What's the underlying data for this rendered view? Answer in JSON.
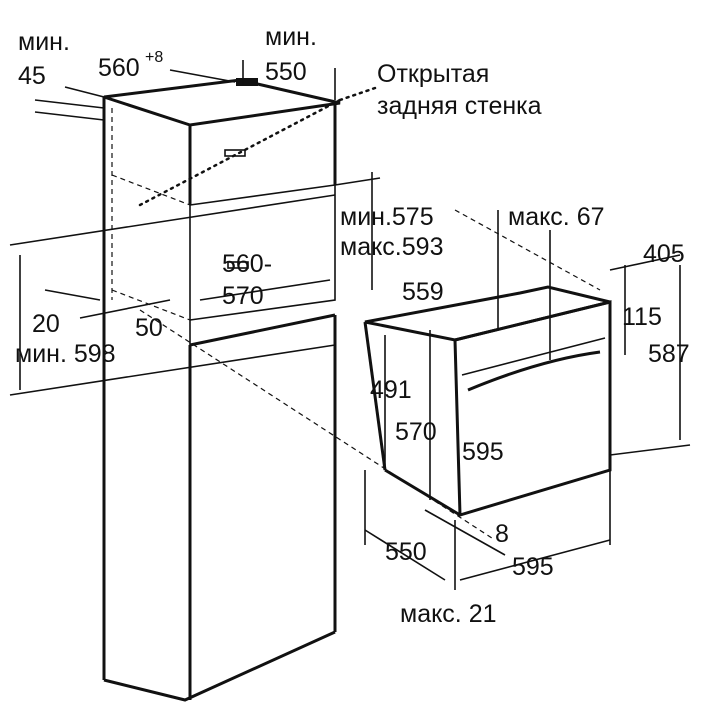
{
  "labels": {
    "min_left": "мин.",
    "val_45": "45",
    "val_560": "560",
    "val_560_sup": "+8",
    "min_top": "мин.",
    "val_550_top": "550",
    "open_back_1": "Открытая",
    "open_back_2": "задняя стенка",
    "min_575": "мин.575",
    "max_67": "макс. 67",
    "max_593": "макс.593",
    "val_405": "405",
    "val_560_niche": "560-",
    "val_570_niche": "570",
    "val_559": "559",
    "val_115": "115",
    "val_20": "20",
    "val_50": "50",
    "min_598": "мин. 598",
    "val_587": "587",
    "val_491": "491",
    "val_570_side": "570",
    "val_595_height": "595",
    "val_8": "8",
    "val_550_bottom": "550",
    "val_595_width": "595",
    "max_21": "макс. 21"
  }
}
